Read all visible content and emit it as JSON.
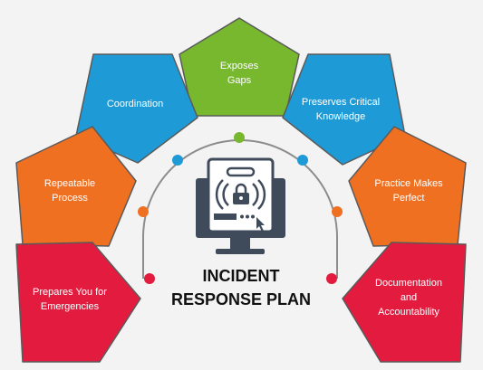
{
  "title": {
    "line1": "INCIDENT",
    "line2": "RESPONSE PLAN"
  },
  "icon": "computer-security-icon",
  "items": [
    {
      "line1": "Exposes",
      "line2": "Gaps",
      "line3": "",
      "color": "#77b82e"
    },
    {
      "line1": "Coordination",
      "line2": "",
      "line3": "",
      "color": "#1e9bd7"
    },
    {
      "line1": "Preserves Critical",
      "line2": "Knowledge",
      "line3": "",
      "color": "#1e9bd7"
    },
    {
      "line1": "Repeatable",
      "line2": "Process",
      "line3": "",
      "color": "#f07022"
    },
    {
      "line1": "Practice Makes",
      "line2": "Perfect",
      "line3": "",
      "color": "#f07022"
    },
    {
      "line1": "Prepares You for",
      "line2": "Emergencies",
      "line3": "",
      "color": "#e31b3e"
    },
    {
      "line1": "Documentation",
      "line2": "and",
      "line3": "Accountability",
      "color": "#e31b3e"
    }
  ],
  "colors": {
    "green": "#77b82e",
    "blue": "#1e9bd7",
    "orange": "#f07022",
    "red": "#e31b3e",
    "arc": "#8c8c8c",
    "monitor": "#3f4a5a"
  }
}
